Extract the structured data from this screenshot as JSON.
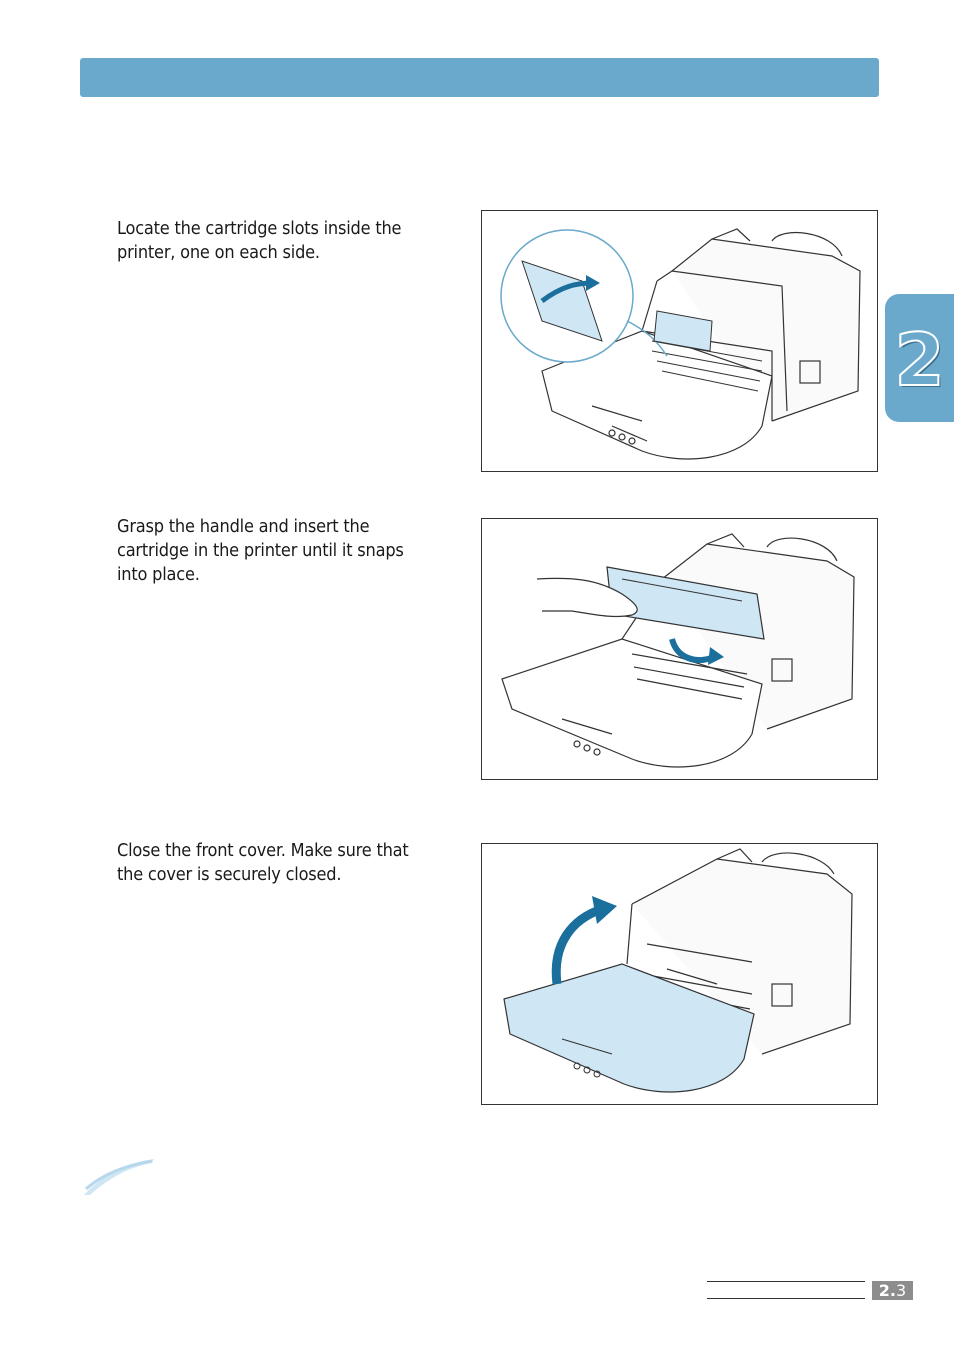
{
  "steps": [
    {
      "text": "Locate the cartridge slots inside the printer, one on each side."
    },
    {
      "text": "Grasp the handle and insert the cartridge in the printer until it snaps into place."
    },
    {
      "text": "Close the front cover. Make sure that the cover is securely closed."
    }
  ],
  "chapter_tab": {
    "number": "2"
  },
  "footer": {
    "page_major": "2.",
    "page_minor": "3"
  },
  "colors": {
    "accent": "#6aa9cc",
    "badge": "#8d8d8d",
    "highlight": "#cfe6f4",
    "arrow": "#1a6f9c"
  }
}
